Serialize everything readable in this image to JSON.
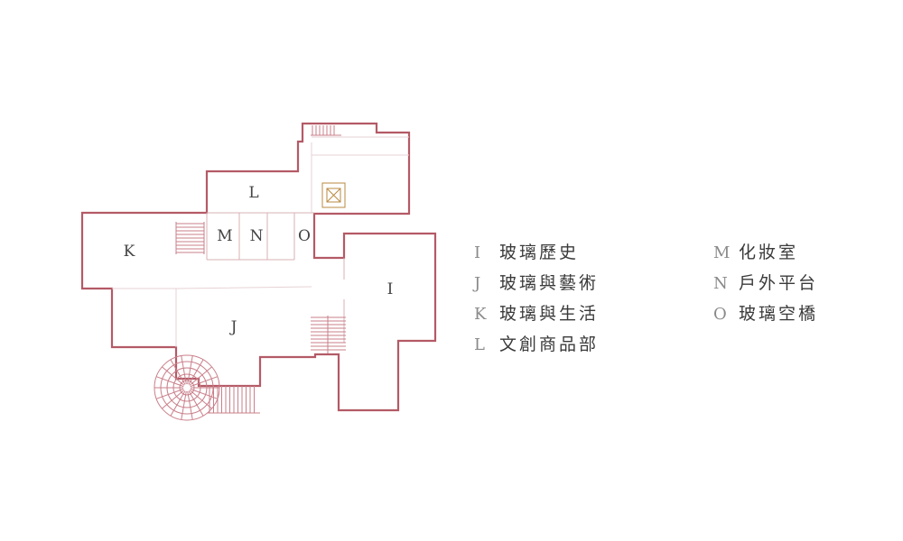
{
  "rooms": [
    {
      "key": "I",
      "name": "玻璃歷史"
    },
    {
      "key": "J",
      "name": "玻璃與藝術"
    },
    {
      "key": "K",
      "name": "玻璃與生活"
    },
    {
      "key": "L",
      "name": "文創商品部"
    },
    {
      "key": "M",
      "name": "化妝室"
    },
    {
      "key": "N",
      "name": "戶外平台"
    },
    {
      "key": "O",
      "name": "玻璃空橋"
    }
  ],
  "colors": {
    "wall": "#b45a66",
    "stairs": "#c97f8a",
    "text": "#3a3a3a"
  }
}
